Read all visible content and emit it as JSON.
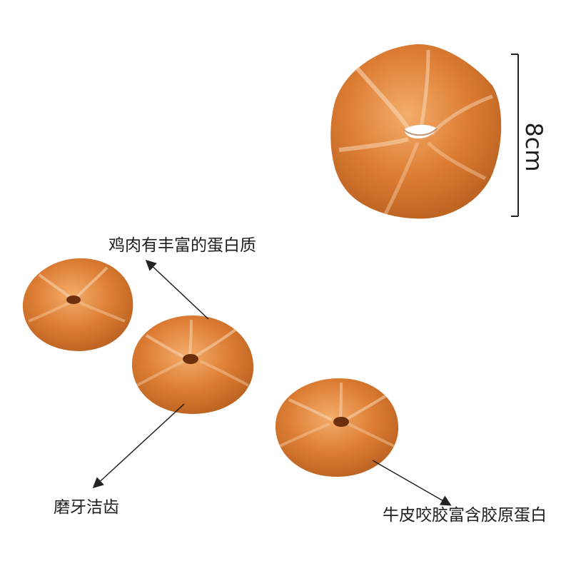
{
  "labels": {
    "protein": "鸡肉有丰富的蛋白质",
    "dental": "磨牙洁齿",
    "rawhide": "牛皮咬胶富含胶原蛋白"
  },
  "dimension": {
    "text": "8cm"
  },
  "colors": {
    "background": "#ffffff",
    "chew_base": "#d9772f",
    "chew_light": "#f0a35e",
    "chew_dark": "#b65a1e",
    "chew_highlight": "#f6e6d8",
    "arrow": "#222222"
  }
}
